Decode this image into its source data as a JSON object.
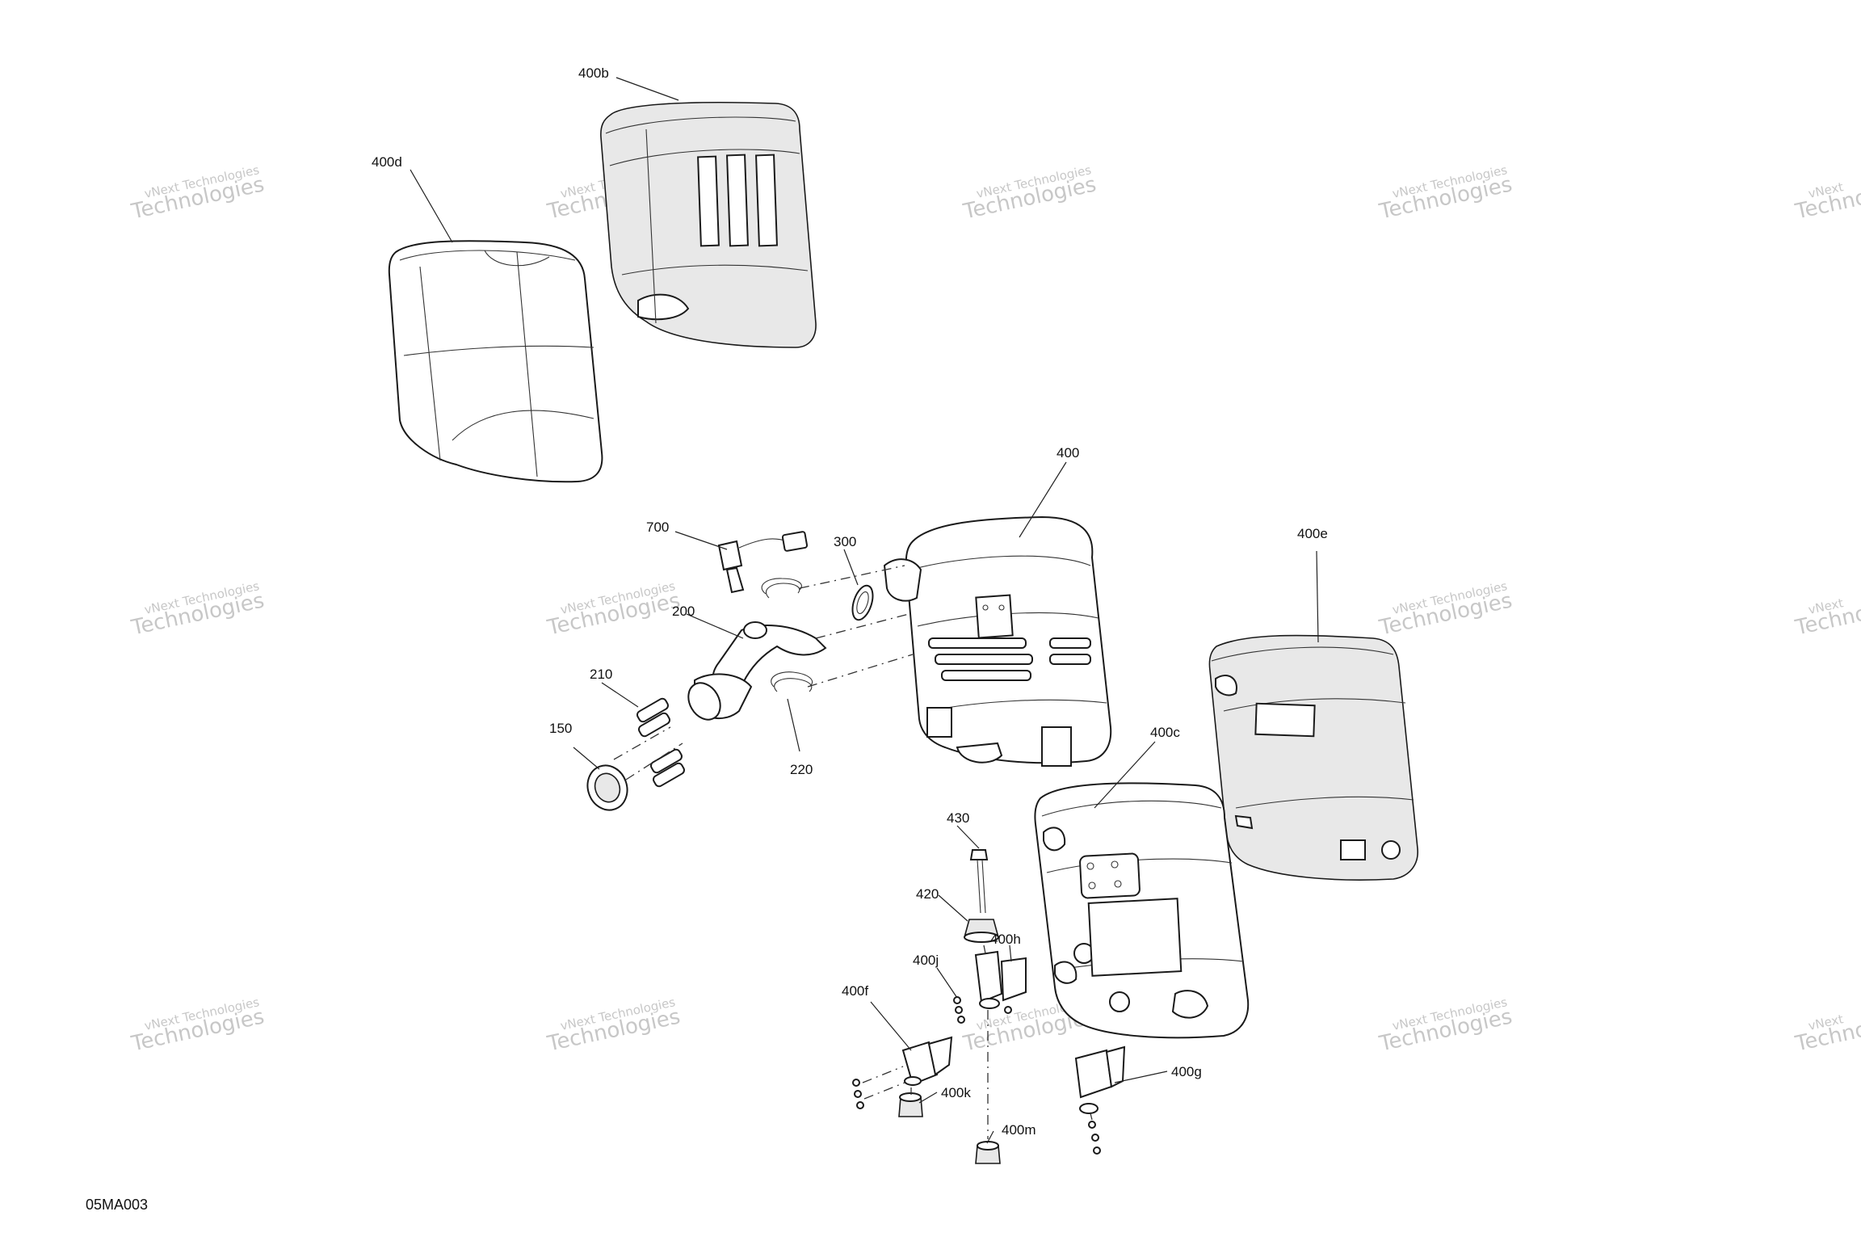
{
  "figure_id": "05MA003",
  "watermark": {
    "line1": "vNext Technologies",
    "line2": "vNext",
    "line3": "Technologies"
  },
  "callouts": {
    "c400b": "400b",
    "c400d": "400d",
    "c400": "400",
    "c400e": "400e",
    "c400c": "400c",
    "c700": "700",
    "c300": "300",
    "c200": "200",
    "c210": "210",
    "c150": "150",
    "c220": "220",
    "c430": "430",
    "c420": "420",
    "c400h": "400h",
    "c400j": "400j",
    "c400f": "400f",
    "c400k": "400k",
    "c400m": "400m",
    "c400g": "400g"
  },
  "colors": {
    "line": "#1a1a1a",
    "watermark": "#9a9a9a",
    "background": "#ffffff"
  }
}
